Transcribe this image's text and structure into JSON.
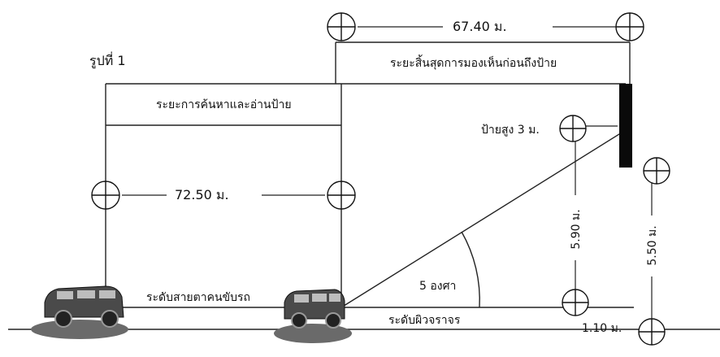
{
  "figure_label": "รูปที่ 1",
  "labels": {
    "span_top": "67.40 ม.",
    "stop_sight_distance": "ระยะสิ้นสุดการมองเห็นก่อนถึงป้าย",
    "search_read_distance": "ระยะการค้นหาและอ่านป้าย",
    "span_mid": "72.50 ม.",
    "sign_height": "ป้ายสูง 3 ม.",
    "vertical_590": "5.90 ม.",
    "vertical_550": "5.50 ม.",
    "angle": "5 องศา",
    "driver_eye_level": "ระดับสายตาคนขับรถ",
    "road_surface_level": "ระดับผิวจราจร",
    "height_110": "1.10 ม."
  },
  "colors": {
    "line": "#222222",
    "sign": "#0a0a0a",
    "car_body": "#4a4a4a"
  },
  "icons": {
    "survey_marker": "circle-crosshair-icon",
    "car": "car-icon"
  }
}
